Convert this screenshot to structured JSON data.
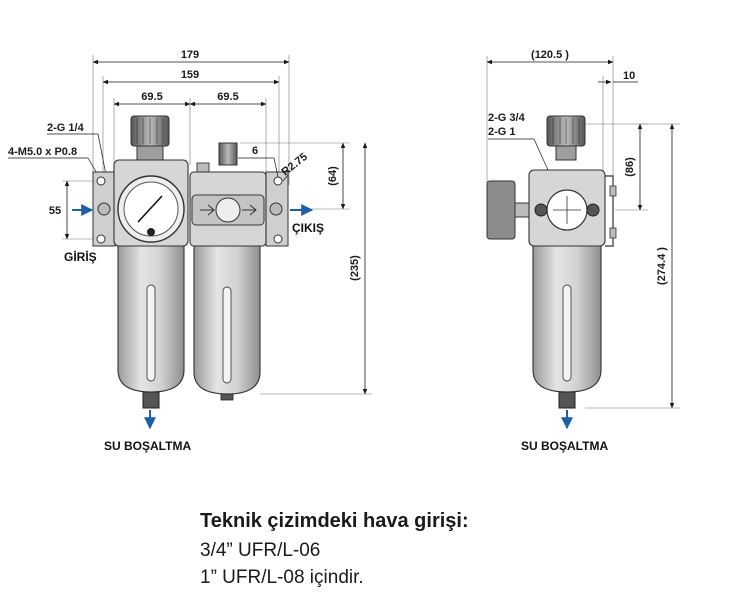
{
  "front_view": {
    "dimensions": {
      "overall_width": "179",
      "port_spacing": "159",
      "module_width_left": "69.5",
      "module_width_right": "69.5",
      "height_55": "55",
      "offset_6": "6",
      "radius": "R2.75",
      "height_64": "(64)",
      "height_235": "(235)"
    },
    "callouts": {
      "port_thread": "2-G 1/4",
      "mount_thread": "4-M5.0  x P0.8"
    },
    "labels": {
      "inlet": "GİRİŞ",
      "outlet": "ÇIKIŞ",
      "drain": "SU BOŞALTMA"
    }
  },
  "side_view": {
    "dimensions": {
      "width": "(120.5 )",
      "offset_10": "10",
      "height_86": "(86)",
      "height_274": "(274.4 )"
    },
    "callouts": {
      "port_a": "2-G 3/4",
      "port_b": "2-G 1"
    },
    "labels": {
      "drain": "SU BOŞALTMA"
    }
  },
  "note": {
    "title": "Teknik çizimdeki hava girişi:",
    "line1": "3/4” UFR/L-06",
    "line2": "1” UFR/L-08 içindir."
  },
  "colors": {
    "body_fill": "#d9d9d9",
    "body_dark": "#a8a8a8",
    "outline": "#333333",
    "arrow": "#1f5fa8"
  }
}
